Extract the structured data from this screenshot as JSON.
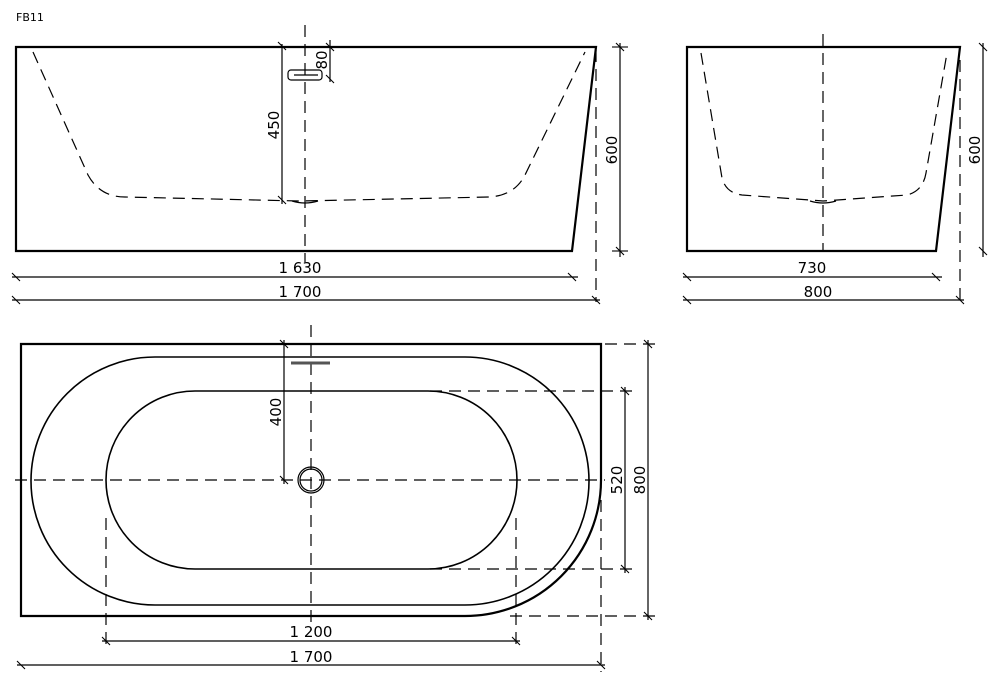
{
  "model_code": "FB11",
  "views": {
    "front": {
      "height_label": "600",
      "overflow_height_label": "450",
      "overflow_offset_label": "80",
      "bottom_width_label": "1 630",
      "top_width_label": "1 700"
    },
    "side": {
      "height_label": "600",
      "bottom_width_label": "730",
      "top_width_label": "800"
    },
    "top": {
      "drain_distance_label": "400",
      "inner_width_label": "520",
      "outer_width_label": "800",
      "inner_length_label": "1 200",
      "outer_length_label": "1 700"
    }
  },
  "colors": {
    "line": "#000000",
    "background": "#ffffff"
  }
}
